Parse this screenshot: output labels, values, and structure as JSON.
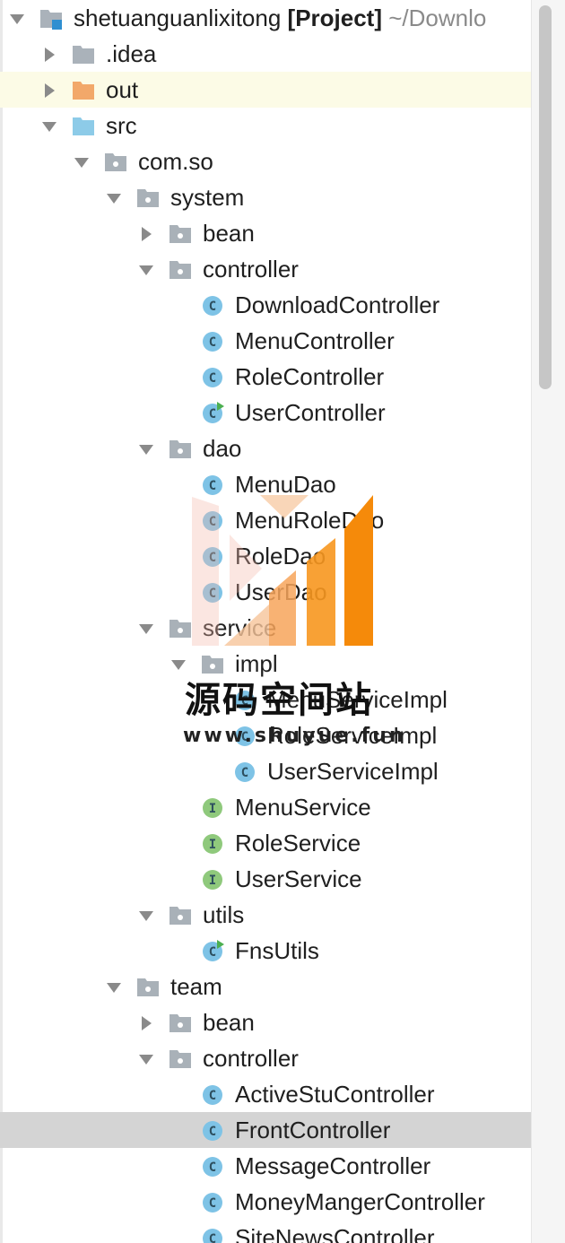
{
  "tree": [
    {
      "depth": 0,
      "expanded": true,
      "icon": "project",
      "parts": [
        {
          "t": "shetuanguanlixitong ",
          "s": "normal"
        },
        {
          "t": "[Project]",
          "s": "bold"
        },
        {
          "t": "  ~/Downlo",
          "s": "muted"
        }
      ]
    },
    {
      "depth": 1,
      "expanded": false,
      "icon": "folder-gray",
      "label": ".idea"
    },
    {
      "depth": 1,
      "expanded": false,
      "icon": "folder-orange",
      "label": "out",
      "highlight": "yellow"
    },
    {
      "depth": 1,
      "expanded": true,
      "icon": "folder-blue",
      "label": "src"
    },
    {
      "depth": 2,
      "expanded": true,
      "icon": "package",
      "label": "com.so"
    },
    {
      "depth": 3,
      "expanded": true,
      "icon": "package",
      "label": "system"
    },
    {
      "depth": 4,
      "expanded": false,
      "icon": "package",
      "label": "bean"
    },
    {
      "depth": 4,
      "expanded": true,
      "icon": "package",
      "label": "controller"
    },
    {
      "depth": 5,
      "icon": "class",
      "label": "DownloadController"
    },
    {
      "depth": 5,
      "icon": "class",
      "label": "MenuController"
    },
    {
      "depth": 5,
      "icon": "class",
      "label": "RoleController"
    },
    {
      "depth": 5,
      "icon": "class-run",
      "label": "UserController"
    },
    {
      "depth": 4,
      "expanded": true,
      "icon": "package",
      "label": "dao"
    },
    {
      "depth": 5,
      "icon": "class",
      "label": "MenuDao"
    },
    {
      "depth": 5,
      "icon": "class",
      "label": "MenuRoleDao"
    },
    {
      "depth": 5,
      "icon": "class",
      "label": "RoleDao"
    },
    {
      "depth": 5,
      "icon": "class",
      "label": "UserDao"
    },
    {
      "depth": 4,
      "expanded": true,
      "icon": "package",
      "label": "service"
    },
    {
      "depth": 5,
      "expanded": true,
      "icon": "package",
      "label": "impl"
    },
    {
      "depth": 6,
      "icon": "class",
      "label": "MenuServiceImpl"
    },
    {
      "depth": 6,
      "icon": "class",
      "label": "RoleServiceImpl"
    },
    {
      "depth": 6,
      "icon": "class",
      "label": "UserServiceImpl"
    },
    {
      "depth": 5,
      "icon": "interface",
      "label": "MenuService"
    },
    {
      "depth": 5,
      "icon": "interface",
      "label": "RoleService"
    },
    {
      "depth": 5,
      "icon": "interface",
      "label": "UserService"
    },
    {
      "depth": 4,
      "expanded": true,
      "icon": "package",
      "label": "utils"
    },
    {
      "depth": 5,
      "icon": "class-run",
      "label": "FnsUtils"
    },
    {
      "depth": 3,
      "expanded": true,
      "icon": "package",
      "label": "team"
    },
    {
      "depth": 4,
      "expanded": false,
      "icon": "package",
      "label": "bean"
    },
    {
      "depth": 4,
      "expanded": true,
      "icon": "package",
      "label": "controller"
    },
    {
      "depth": 5,
      "icon": "class",
      "label": "ActiveStuController"
    },
    {
      "depth": 5,
      "icon": "class",
      "label": "FrontController",
      "highlight": "gray"
    },
    {
      "depth": 5,
      "icon": "class",
      "label": "MessageController"
    },
    {
      "depth": 5,
      "icon": "class",
      "label": "MoneyMangerController"
    },
    {
      "depth": 5,
      "icon": "class",
      "label": "SiteNewsController"
    }
  ],
  "watermark": {
    "title": "源码空间站",
    "url": "www.shuyue.fun"
  },
  "colors": {
    "class_icon": "#7ec3e6",
    "interface_icon": "#8fc97c",
    "run_marker": "#4caf50",
    "folder_gray": "#aab2ba",
    "folder_orange": "#f2a86a",
    "folder_blue": "#8dcbe8",
    "package_icon": "#a9b1b8",
    "row_yellow": "#fcfbe6",
    "row_gray": "#d4d4d4",
    "watermark_orange": "#f58a0a"
  }
}
